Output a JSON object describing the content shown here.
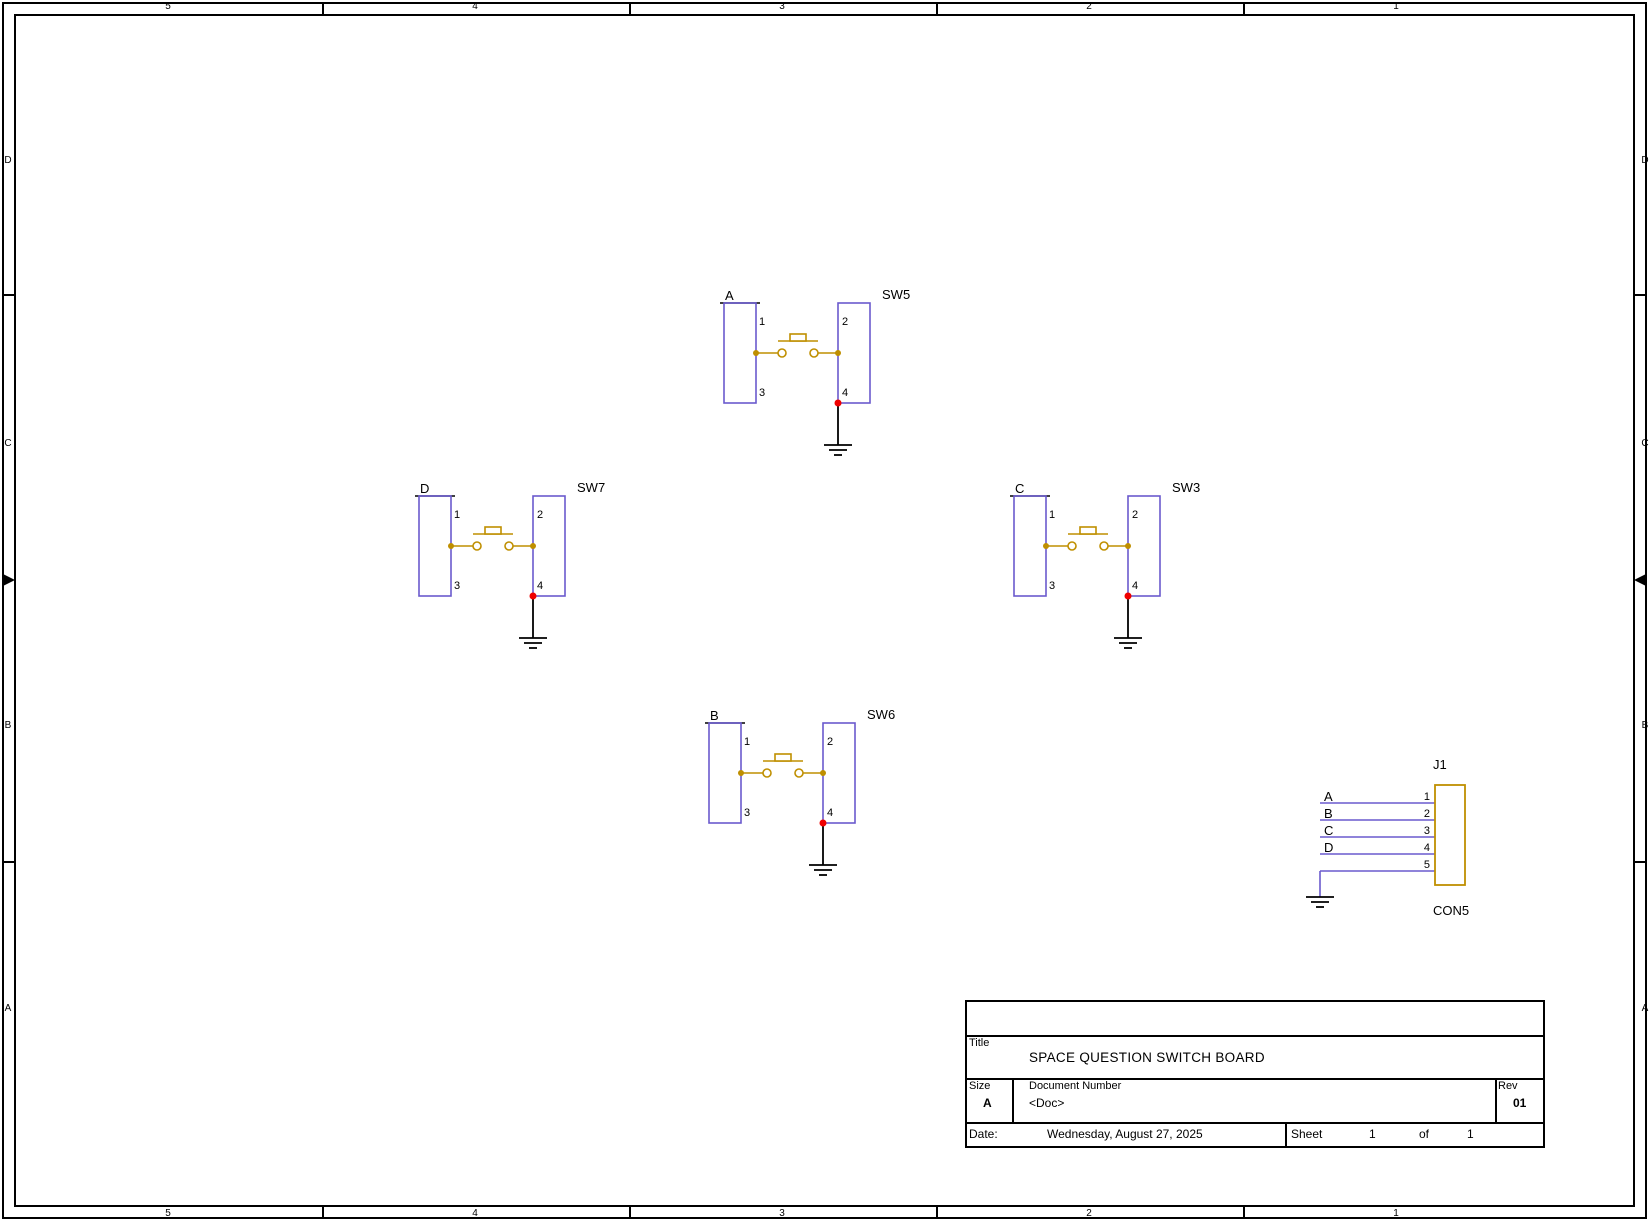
{
  "frame": {
    "columns": [
      "5",
      "4",
      "3",
      "2",
      "1"
    ],
    "rows": [
      "D",
      "C",
      "B",
      "A"
    ]
  },
  "components": {
    "switches": [
      {
        "ref": "SW5",
        "net": "A",
        "pins": [
          "1",
          "2",
          "3",
          "4"
        ]
      },
      {
        "ref": "SW7",
        "net": "D",
        "pins": [
          "1",
          "2",
          "3",
          "4"
        ]
      },
      {
        "ref": "SW3",
        "net": "C",
        "pins": [
          "1",
          "2",
          "3",
          "4"
        ]
      },
      {
        "ref": "SW6",
        "net": "B",
        "pins": [
          "1",
          "2",
          "3",
          "4"
        ]
      }
    ],
    "connector": {
      "ref": "J1",
      "part": "CON5",
      "pins": [
        "1",
        "2",
        "3",
        "4",
        "5"
      ],
      "nets": [
        "A",
        "B",
        "C",
        "D"
      ]
    }
  },
  "title_block": {
    "title_label": "Title",
    "title": "SPACE QUESTION SWITCH BOARD",
    "size_label": "Size",
    "size": "A",
    "doc_label": "Document Number",
    "doc": "<Doc>",
    "rev_label": "Rev",
    "rev": "01",
    "date_label": "Date:",
    "date": "Wednesday, August 27, 2025",
    "sheet_label": "Sheet",
    "sheet_number": "1",
    "of_label": "of",
    "sheet_total": "1"
  },
  "colors": {
    "wire": "#6a5acd",
    "contact": "#bf8f00",
    "connector_body": "#bf8f00",
    "junction": "#ff0000",
    "frame_line": "#000000"
  }
}
